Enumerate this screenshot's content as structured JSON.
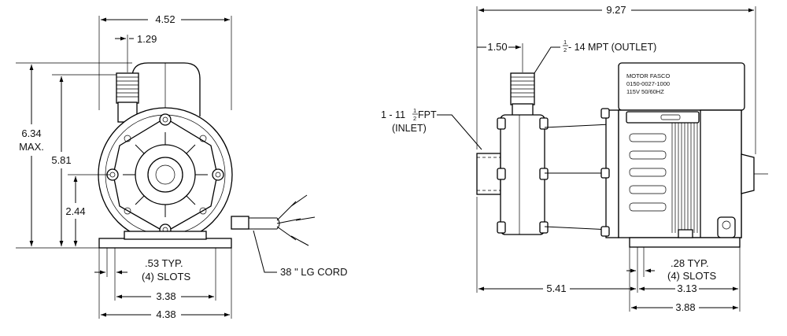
{
  "front_view": {
    "overall_width": "4.52",
    "outlet_offset": "1.29",
    "max_height": "6.34",
    "max_label": "MAX.",
    "body_height": "5.81",
    "center_height": "2.44",
    "slot_size": ".53 TYP.",
    "slot_count": "(4) SLOTS",
    "slot_spacing": "3.38",
    "base_width": "4.38",
    "cord_label": "38 \" LG CORD"
  },
  "side_view": {
    "overall_length": "9.27",
    "outlet_offset": "1.50",
    "outlet_frac_num": "1",
    "outlet_frac_den": "2",
    "outlet_label": " - 14 MPT (OUTLET)",
    "inlet_label_pre": "1 - 11",
    "inlet_frac_num": "1",
    "inlet_frac_den": "2",
    "inlet_label_post": " FPT",
    "inlet_sub": "(INLET)",
    "motor_brand": "MOTOR FASCO",
    "motor_part": "0150-0027-1000",
    "motor_rating": "115V 50/60HZ",
    "slot_size": ".28 TYP.",
    "slot_count": "(4) SLOTS",
    "inlet_to_base": "5.41",
    "slot_spacing": "3.13",
    "base_length": "3.88"
  }
}
